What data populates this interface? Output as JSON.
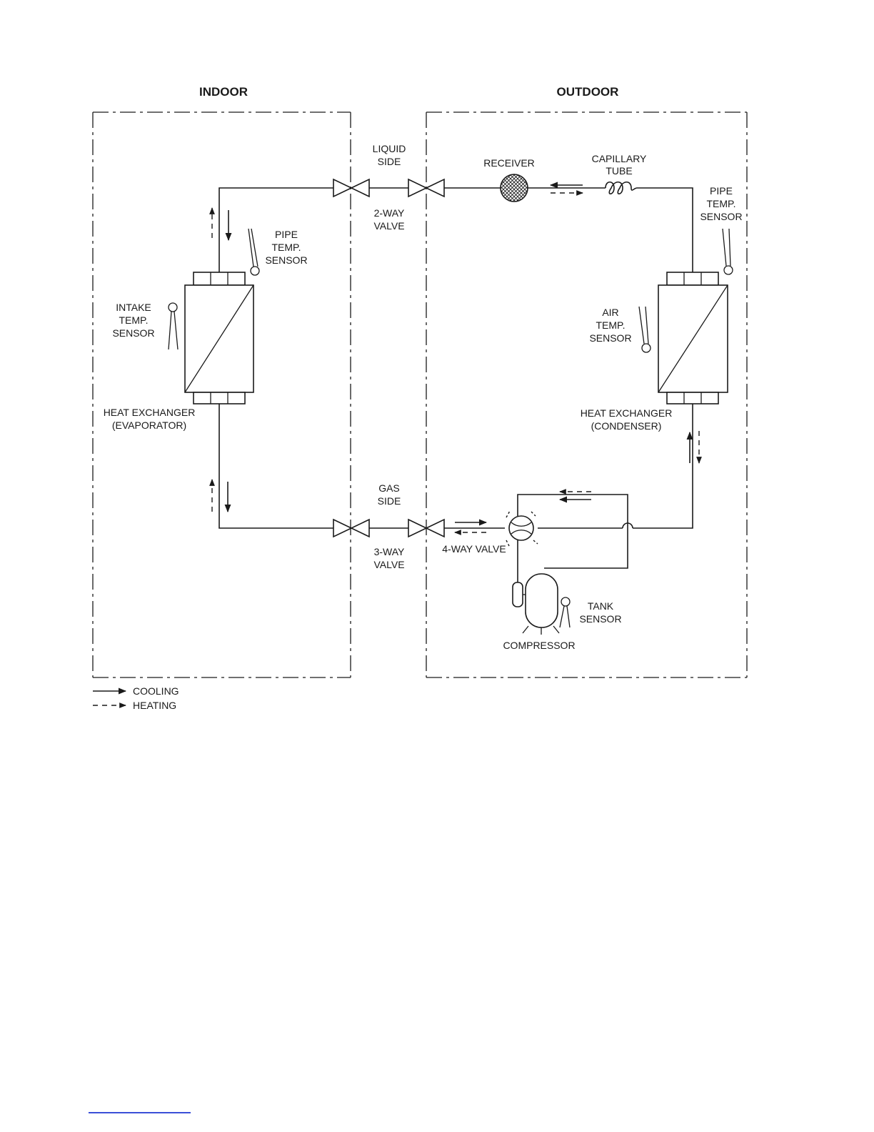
{
  "headers": {
    "indoor": "INDOOR",
    "outdoor": "OUTDOOR"
  },
  "labels": {
    "liquid_side": [
      "LIQUID",
      "SIDE"
    ],
    "two_way_valve": [
      "2-WAY",
      "VALVE"
    ],
    "gas_side": [
      "GAS",
      "SIDE"
    ],
    "three_way_valve": [
      "3-WAY",
      "VALVE"
    ],
    "receiver": "RECEIVER",
    "capillary_tube": [
      "CAPILLARY",
      "TUBE"
    ],
    "pipe_temp_sensor_indoor": [
      "PIPE",
      "TEMP.",
      "SENSOR"
    ],
    "pipe_temp_sensor_outdoor": [
      "PIPE",
      "TEMP.",
      "SENSOR"
    ],
    "intake_temp_sensor": [
      "INTAKE",
      "TEMP.",
      "SENSOR"
    ],
    "air_temp_sensor": [
      "AIR",
      "TEMP.",
      "SENSOR"
    ],
    "heat_exchanger_evaporator": [
      "HEAT EXCHANGER",
      "(EVAPORATOR)"
    ],
    "heat_exchanger_condenser": [
      "HEAT EXCHANGER",
      "(CONDENSER)"
    ],
    "four_way_valve": "4-WAY VALVE",
    "tank_sensor": [
      "TANK",
      "SENSOR"
    ],
    "compressor": "COMPRESSOR"
  },
  "legend": {
    "cooling": "COOLING",
    "heating": "HEATING"
  }
}
